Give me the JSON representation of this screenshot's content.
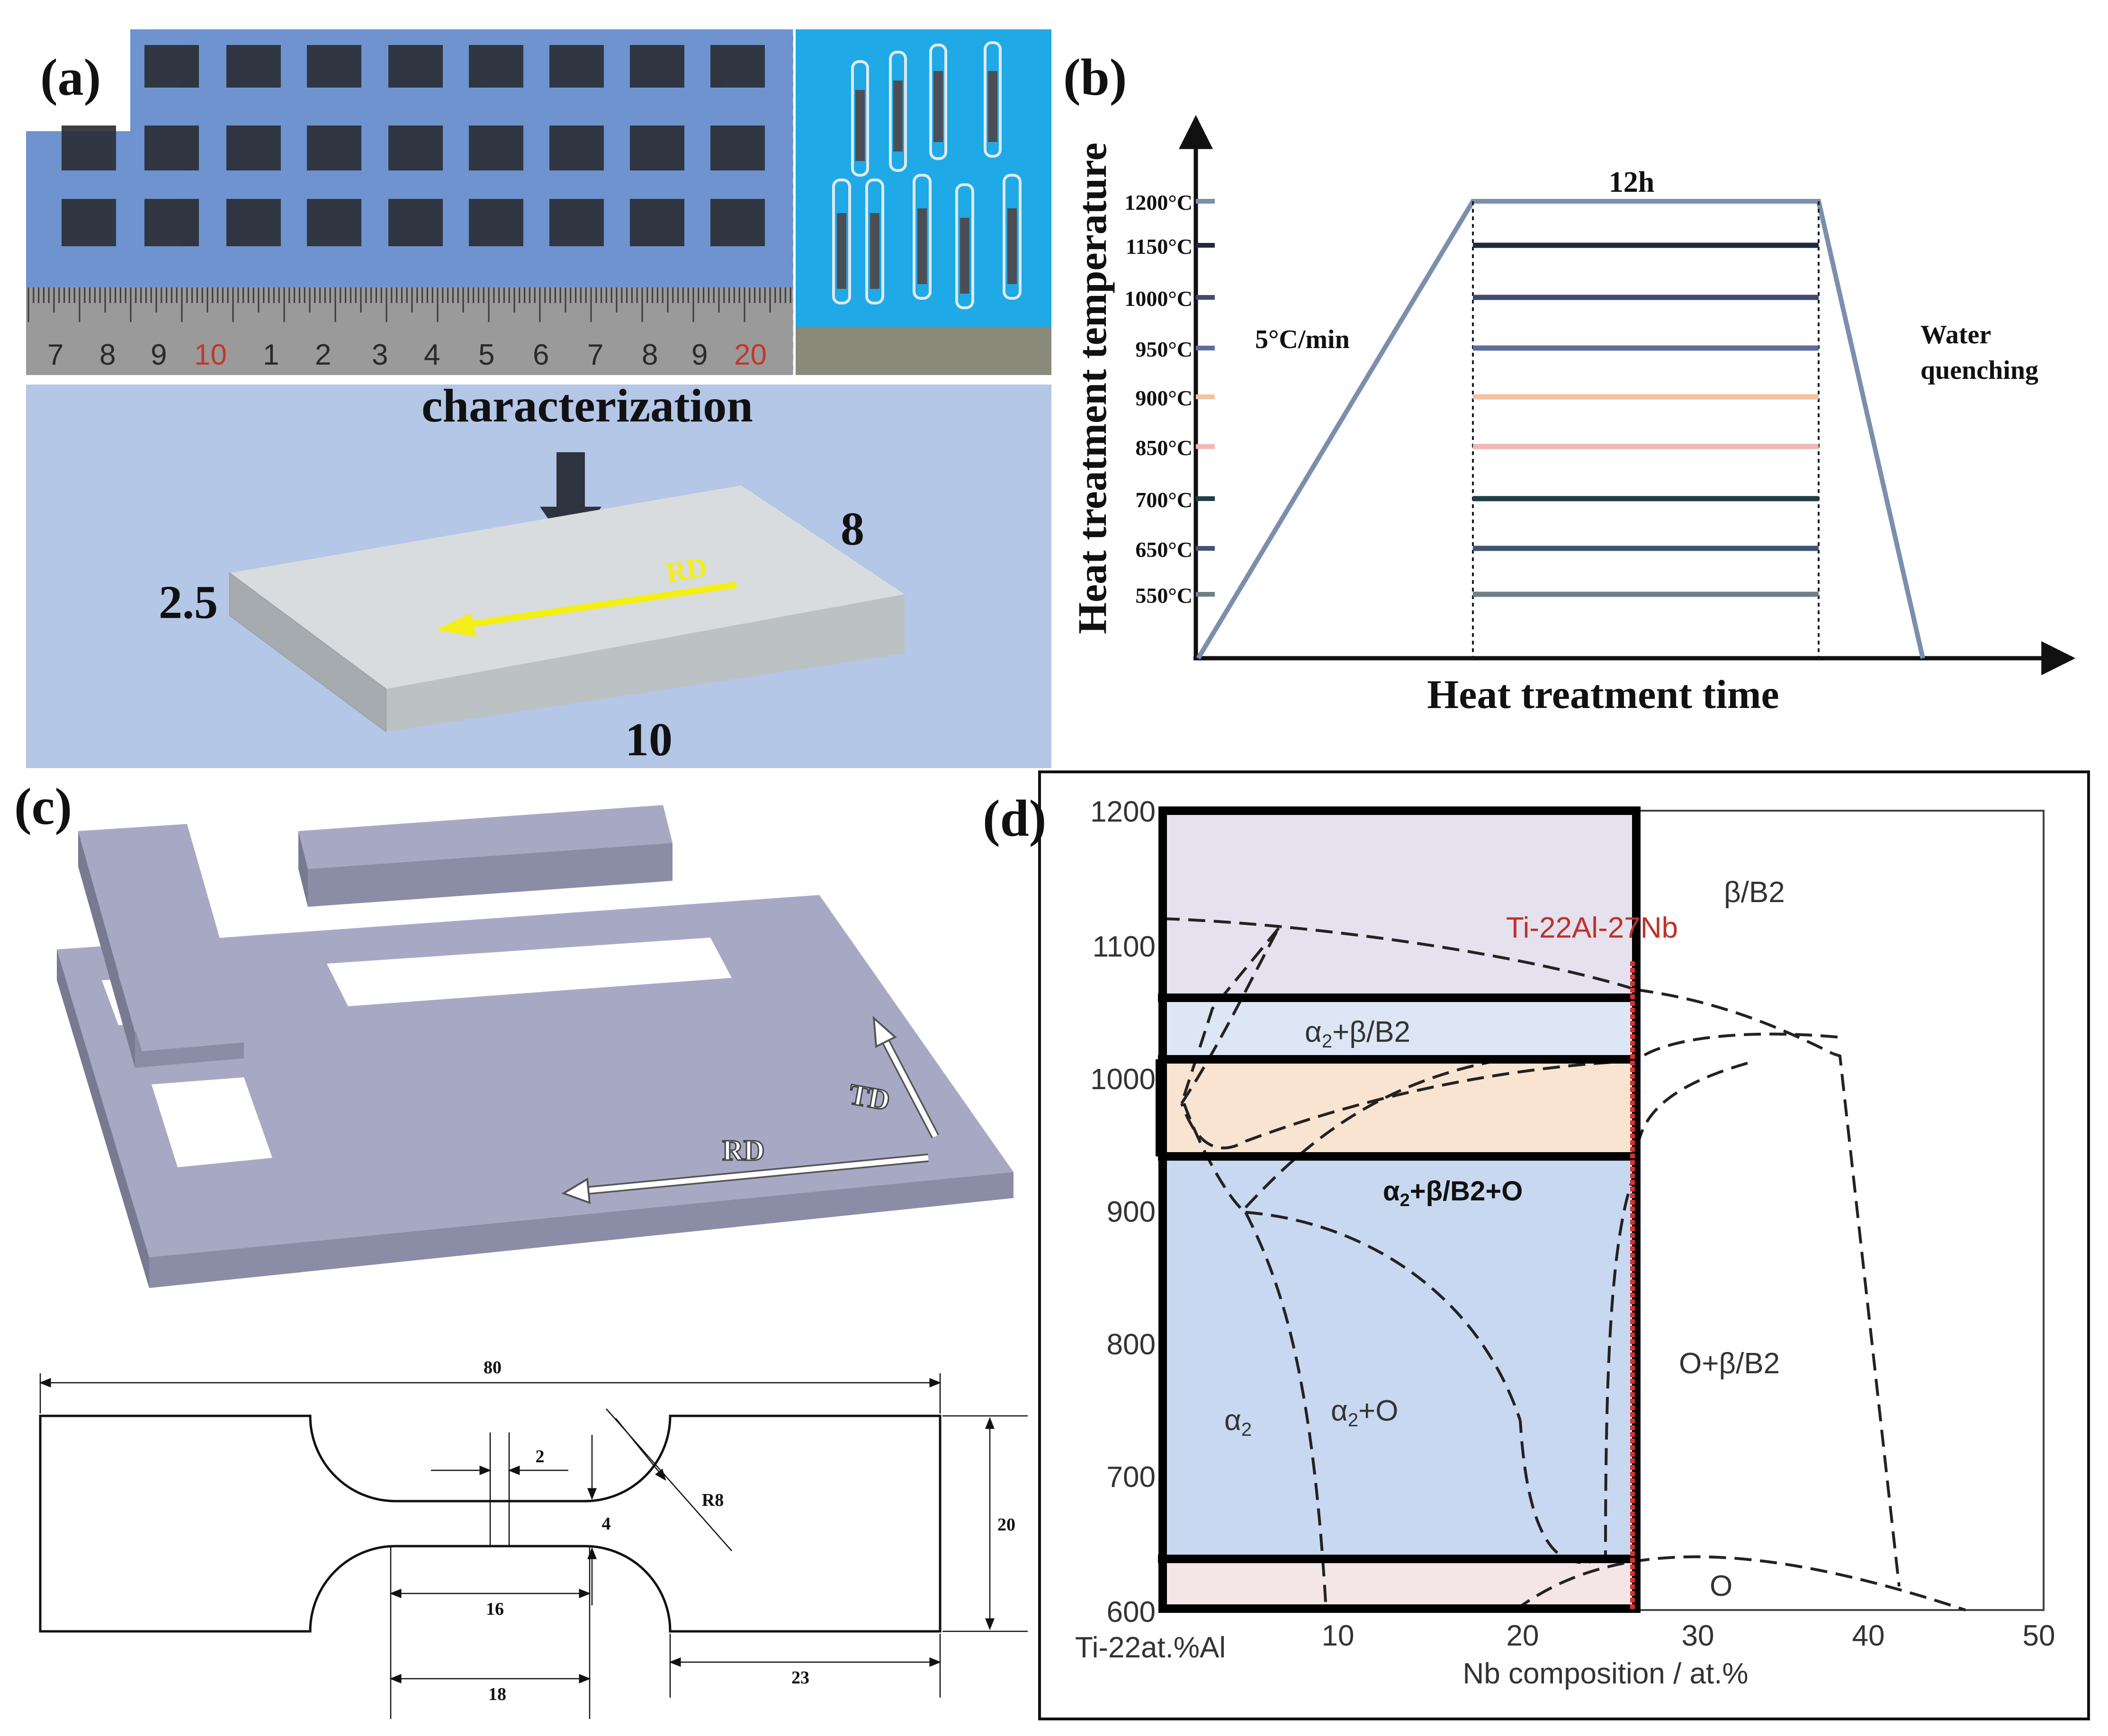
{
  "panel_a": {
    "label": "(a)",
    "ruler_numbers": [
      "7",
      "8",
      "9",
      "10",
      "1",
      "2",
      "3",
      "4",
      "5",
      "6",
      "7",
      "8",
      "9",
      "20"
    ],
    "arrow_label": "characterization",
    "dim_thickness": "2.5",
    "dim_width": "8",
    "dim_length": "10",
    "direction_label": "RD"
  },
  "panel_b": {
    "label": "(b)",
    "y_axis_label": "Heat treatment temperature",
    "x_axis_label": "Heat treatment time",
    "hold_label": "12h",
    "heating_rate_label": "5°C/min",
    "cooling_label_line1": "Water",
    "cooling_label_line2": "quenching",
    "temperatures": [
      {
        "label": "1200°C",
        "value": 1200,
        "color": "#7b8fad"
      },
      {
        "label": "1150°C",
        "value": 1150,
        "color": "#23293d"
      },
      {
        "label": "1000°C",
        "value": 1000,
        "color": "#434a6e"
      },
      {
        "label": "950°C",
        "value": 950,
        "color": "#5d6f99"
      },
      {
        "label": "900°C",
        "value": 900,
        "color": "#f2c2a1"
      },
      {
        "label": "850°C",
        "value": 850,
        "color": "#f2b6b3"
      },
      {
        "label": "700°C",
        "value": 700,
        "color": "#1f3e46"
      },
      {
        "label": "650°C",
        "value": 650,
        "color": "#3f5573"
      },
      {
        "label": "550°C",
        "value": 550,
        "color": "#6f8088"
      }
    ]
  },
  "panel_c": {
    "label": "(c)",
    "td_label": "TD",
    "rd_label": "RD",
    "dims": {
      "total_length": "80",
      "gauge_width": "2",
      "neck_width": "4",
      "radius": "R8",
      "grip_width": "20",
      "gauge_length": "16",
      "reduced_length": "18",
      "grip_length": "23"
    }
  },
  "panel_d": {
    "label": "(d)",
    "composition_label": "Ti-22Al-27Nb",
    "x_axis_label": "Nb composition / at.%",
    "x_origin_label": "Ti-22at.%Al",
    "x_ticks": [
      "10",
      "20",
      "30",
      "40",
      "50"
    ],
    "y_ticks": [
      "1200",
      "1100",
      "1000",
      "900",
      "800",
      "700",
      "600"
    ],
    "phase_labels": {
      "beta": "β/B2",
      "a2_beta_prefix": "α",
      "a2_beta_suffix": "+β/B2",
      "a2_beta_o_prefix": "α",
      "a2_beta_o_suffix": "+β/B2+O",
      "o_beta": "O+β/B2",
      "a2": "α",
      "a2_o_prefix": "α",
      "a2_o_suffix": "+O",
      "o": "O",
      "sub2": "2"
    },
    "region_colors": {
      "top": "#e5e1ee",
      "upper_blue": "#dde6f4",
      "peach": "#f9e3d1",
      "main_blue": "#c8d8f0",
      "bottom": "#f4e5e7",
      "marker_line": "#d8322e"
    }
  }
}
